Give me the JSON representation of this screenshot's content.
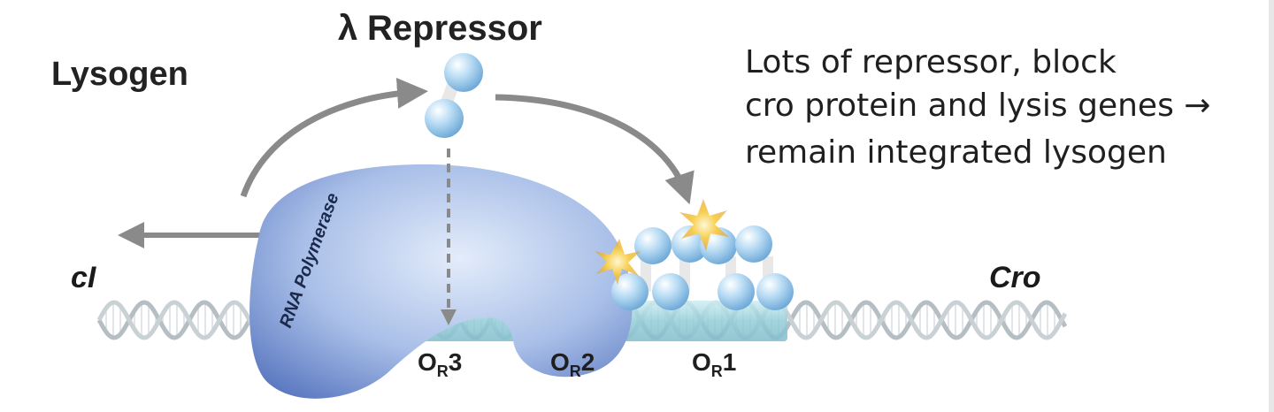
{
  "title_lambda": "λ",
  "title_text": "Repressor",
  "state_label": "Lysogen",
  "gene_left": "cI",
  "gene_right": "Cro",
  "enzyme_label": "RNA Polymerase",
  "operators": [
    {
      "main": "O",
      "sub": "R",
      "num": "3"
    },
    {
      "main": "O",
      "sub": "R",
      "num": "2"
    },
    {
      "main": "O",
      "sub": "R",
      "num": "1"
    }
  ],
  "note_lines": [
    "Lots of repressor, block",
    "cro protein and lysis genes →",
    "remain integrated lysogen"
  ],
  "colors": {
    "dna": "#c8d2d6",
    "operator_region": "#9fd3dc",
    "polymerase_light": "#d8e4f6",
    "polymerase_dark": "#5f7fc6",
    "repressor": "#a9d0ee",
    "arrow": "#8a8a8a",
    "burst": "#f3c040"
  }
}
